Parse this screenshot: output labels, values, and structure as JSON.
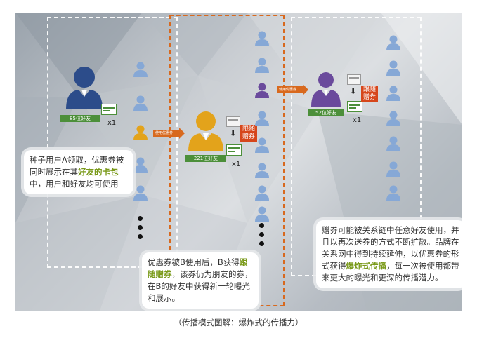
{
  "colors": {
    "navy": "#2c4c8a",
    "light_blue": "#86a8d6",
    "orange_person": "#e3a31b",
    "purple": "#6a4a9c",
    "green_badge": "#4c8f3a",
    "orange_dash": "#d8691e",
    "red_tag": "#d6461b",
    "highlight_green": "#7a9a1a"
  },
  "nodes": {
    "user_a": {
      "badge": "85位好友",
      "multiplier": "x1"
    },
    "user_b": {
      "badge": "221位好友",
      "multiplier": "x1",
      "tag": "跟随赠券"
    },
    "user_c": {
      "badge": "52位好友",
      "multiplier": "x1",
      "tag": "跟随赠券"
    }
  },
  "arrows": {
    "to_b": "使用优惠券",
    "to_c": "使用优惠券"
  },
  "bubbles": {
    "seed": {
      "t1": "种子用户A领取，优惠券被同时展示在其",
      "hl": "好友的卡包",
      "t2": "中，用户和好友均可使用"
    },
    "follow": {
      "t1": "优惠券被B使用后，B获得",
      "hl": "跟随赠券",
      "t2": "，该券仍为朋友的券，在B的好友中获得新一轮曝光和展示。"
    },
    "explode": {
      "t1": "赠券可能被关系链中任意好友使用，并且以再次送券的方式不断扩散。品牌在关系网中得到持续延伸，以优惠券的形式获得",
      "hl": "爆炸式传播",
      "t2": "，每一次被使用都带来更大的曝光和更深的传播潜力。"
    }
  },
  "caption": "（传播模式图解：爆炸式的传播力）"
}
